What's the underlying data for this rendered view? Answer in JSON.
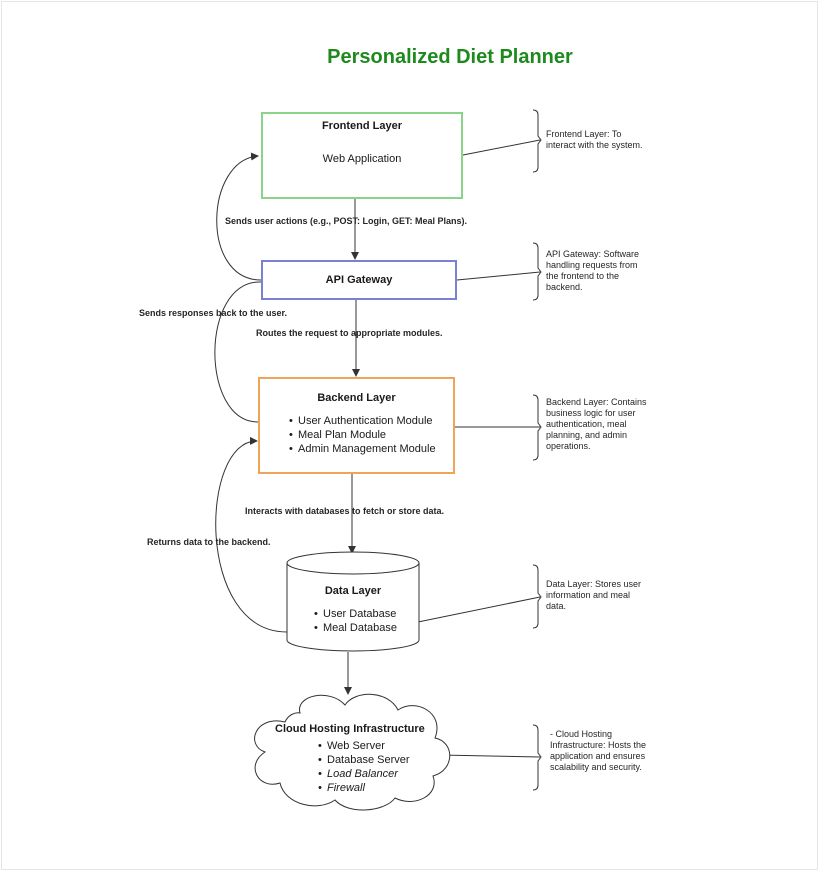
{
  "title": "Personalized Diet Planner",
  "frontend": {
    "title": "Frontend Layer",
    "subtitle": "Web Application"
  },
  "api": {
    "title": "API Gateway"
  },
  "backend": {
    "title": "Backend Layer",
    "items": [
      "User Authentication Module",
      "Meal Plan Module",
      "Admin Management Module"
    ]
  },
  "data_layer": {
    "title": "Data Layer",
    "items": [
      "User Database",
      "Meal Database"
    ]
  },
  "cloud": {
    "title": "Cloud Hosting Infrastructure",
    "items": [
      "Web Server",
      "Database Server",
      "Load Balancer",
      "Firewall"
    ]
  },
  "edges": {
    "sends_user_actions": "Sends user actions (e.g., POST: Login, GET: Meal Plans).",
    "sends_responses": "Sends responses back to the user.",
    "routes_request": "Routes the request to appropriate modules.",
    "interacts_db": "Interacts with databases to fetch or store data.",
    "returns_data": "Returns data to the backend."
  },
  "notes": {
    "frontend": [
      "Frontend Layer: To",
      "interact with the system."
    ],
    "api": [
      "API Gateway: Software",
      "handling requests from",
      "the frontend to the",
      "backend."
    ],
    "backend": [
      "Backend Layer: Contains",
      "business logic for user",
      "authentication, meal",
      "planning, and admin",
      "operations."
    ],
    "data": [
      "Data Layer: Stores user",
      "information and meal",
      "data."
    ],
    "cloud": [
      "- Cloud Hosting",
      "Infrastructure: Hosts the",
      "application and ensures",
      "scalability and security."
    ]
  },
  "colors": {
    "title": "#1e8a1e",
    "frontend_border": "#8ad48a",
    "api_border": "#7b80cf",
    "backend_border": "#f0a457",
    "line": "#333333"
  }
}
